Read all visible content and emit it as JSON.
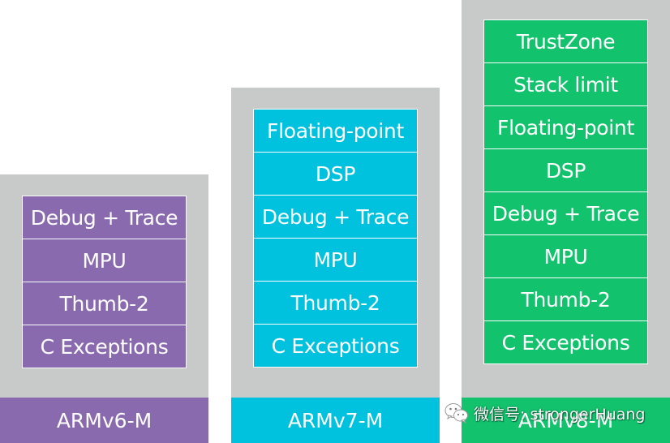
{
  "columns": [
    {
      "label": "ARMv6-M",
      "color": "#8a6aae",
      "features": [
        "Debug + Trace",
        "MPU",
        "Thumb-2",
        "C Exceptions"
      ]
    },
    {
      "label": "ARMv7-M",
      "color": "#00c1de",
      "features": [
        "Floating-point",
        "DSP",
        "Debug + Trace",
        "MPU",
        "Thumb-2",
        "C Exceptions"
      ]
    },
    {
      "label": "ARMv8-M",
      "color": "#12c26c",
      "features": [
        "TrustZone",
        "Stack limit",
        "Floating-point",
        "DSP",
        "Debug + Trace",
        "MPU",
        "Thumb-2",
        "C Exceptions"
      ]
    }
  ],
  "watermark": {
    "text": "微信号: strongerHuang",
    "icon": "wechat-icon"
  },
  "colors": {
    "column_background": "#c8c9c9",
    "text": "#ffffff"
  }
}
